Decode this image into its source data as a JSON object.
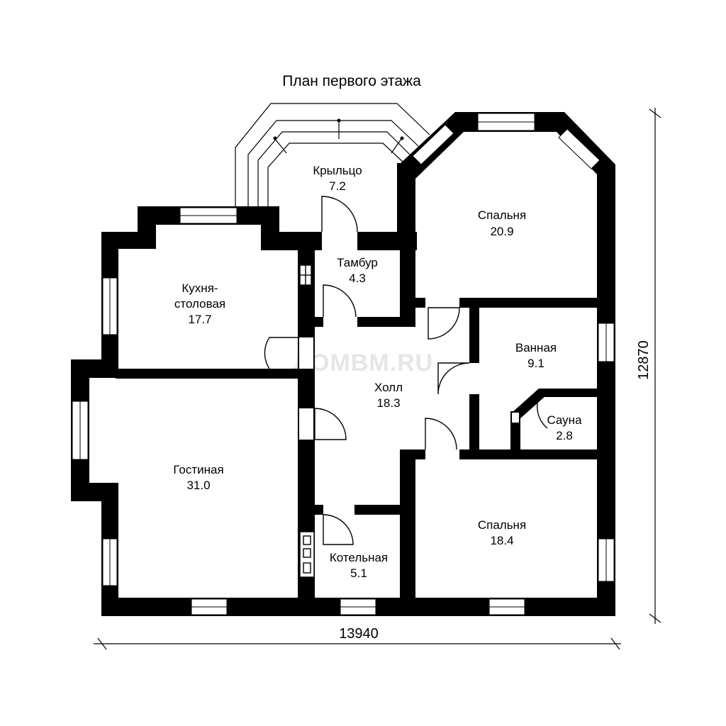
{
  "title": "План первого этажа",
  "watermark": "ДОМВМ.RU",
  "dimensions": {
    "width": "13940",
    "height": "12870"
  },
  "rooms": [
    {
      "name": "Крыльцо",
      "area": "7.2"
    },
    {
      "name": "Спальня",
      "area": "20.9"
    },
    {
      "name": "Тамбур",
      "area": "4.3"
    },
    {
      "name": "Кухня-",
      "name2": "столовая",
      "area": "17.7"
    },
    {
      "name": "Ванная",
      "area": "9.1"
    },
    {
      "name": "Холл",
      "area": "18.3"
    },
    {
      "name": "Сауна",
      "area": "2.8"
    },
    {
      "name": "Гостиная",
      "area": "31.0"
    },
    {
      "name": "Спальня",
      "area": "18.4"
    },
    {
      "name": "Котельная",
      "area": "5.1"
    }
  ]
}
